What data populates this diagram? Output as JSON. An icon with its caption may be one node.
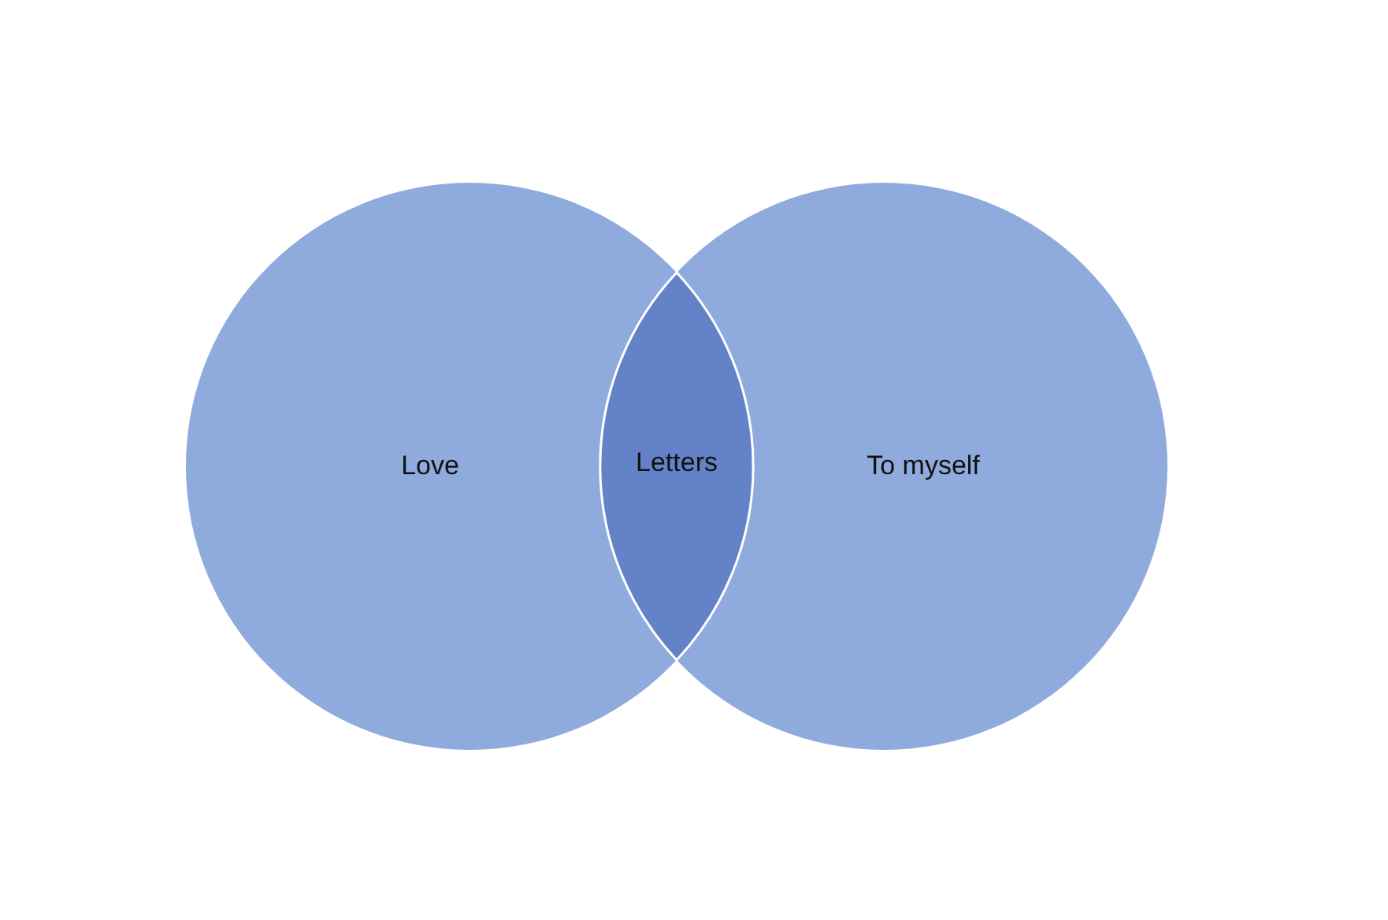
{
  "diagram": {
    "nodes": [
      {
        "text": [
          "Love"
        ]
      },
      {
        "text": [
          "To myself"
        ]
      },
      {
        "text": [
          "Letters"
        ]
      }
    ]
  }
}
